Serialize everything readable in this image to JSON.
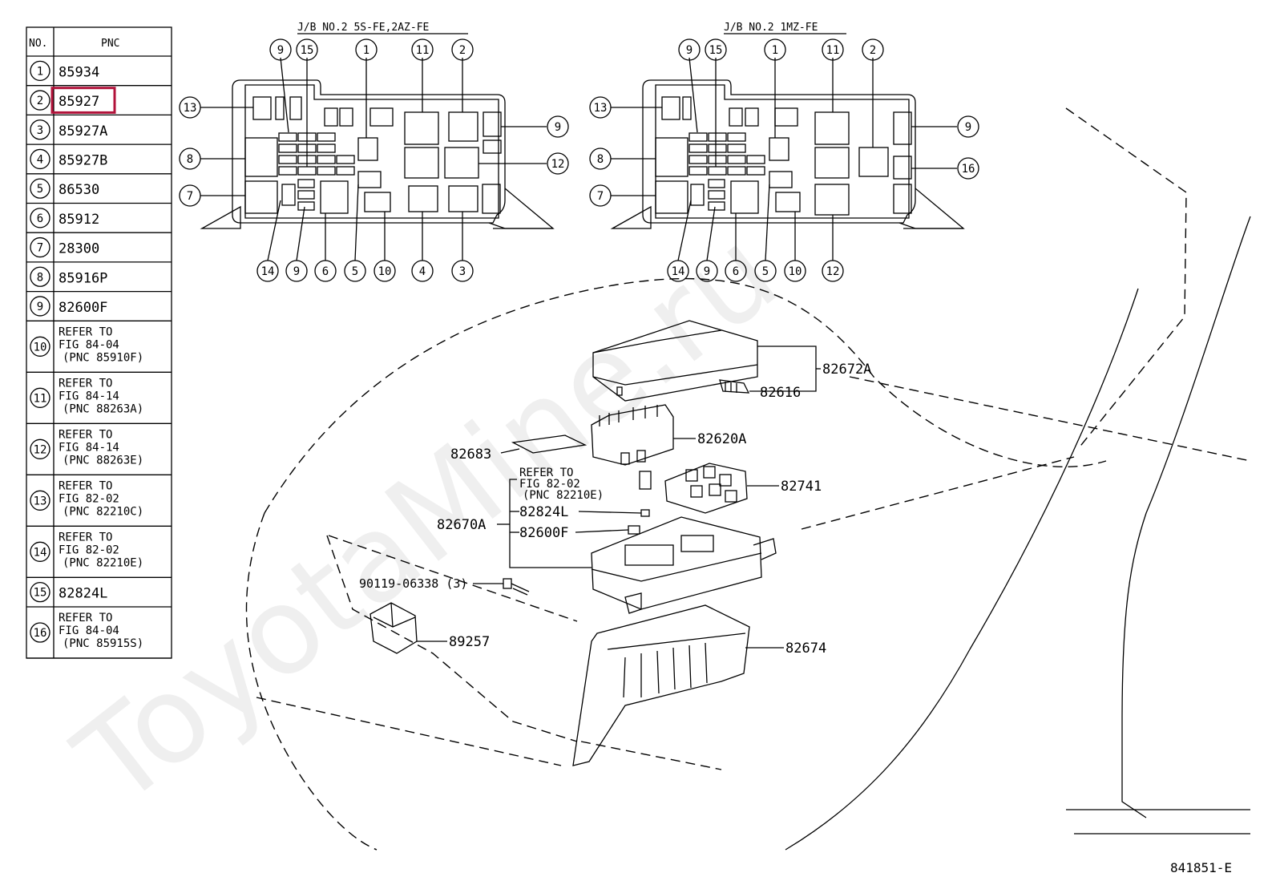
{
  "watermark": "ToyotaMine.ru",
  "table": {
    "col_no": "NO.",
    "col_pnc": "PNC",
    "highlight_row": 2,
    "rows": [
      {
        "no": "1",
        "lines": [
          "85934"
        ]
      },
      {
        "no": "2",
        "lines": [
          "85927"
        ]
      },
      {
        "no": "3",
        "lines": [
          "85927A"
        ]
      },
      {
        "no": "4",
        "lines": [
          "85927B"
        ]
      },
      {
        "no": "5",
        "lines": [
          "86530"
        ]
      },
      {
        "no": "6",
        "lines": [
          "85912"
        ]
      },
      {
        "no": "7",
        "lines": [
          "28300"
        ]
      },
      {
        "no": "8",
        "lines": [
          "85916P"
        ]
      },
      {
        "no": "9",
        "lines": [
          "82600F"
        ]
      },
      {
        "no": "10",
        "lines": [
          "REFER TO",
          "FIG 84-04",
          "(PNC 85910F)"
        ]
      },
      {
        "no": "11",
        "lines": [
          "REFER TO",
          "FIG 84-14",
          "(PNC 88263A)"
        ]
      },
      {
        "no": "12",
        "lines": [
          "REFER TO",
          "FIG 84-14",
          "(PNC 88263E)"
        ]
      },
      {
        "no": "13",
        "lines": [
          "REFER TO",
          "FIG 82-02",
          "(PNC 82210C)"
        ]
      },
      {
        "no": "14",
        "lines": [
          "REFER TO",
          "FIG 82-02",
          "(PNC 82210E)"
        ]
      },
      {
        "no": "15",
        "lines": [
          "82824L"
        ]
      },
      {
        "no": "16",
        "lines": [
          "REFER TO",
          "FIG 84-04",
          "(PNC 85915S)"
        ]
      }
    ]
  },
  "junction_blocks": [
    {
      "title": "J/B NO.2  5S-FE,2AZ-FE",
      "top_callouts": [
        "9",
        "15",
        "1",
        "11",
        "2"
      ],
      "left_callouts": [
        "13",
        "8",
        "7"
      ],
      "right_callouts": [
        "9",
        "12"
      ],
      "bottom_callouts": [
        "14",
        "9",
        "6",
        "5",
        "10",
        "4",
        "3"
      ]
    },
    {
      "title": "J/B NO.2  1MZ-FE",
      "top_callouts": [
        "9",
        "15",
        "1",
        "11",
        "2"
      ],
      "left_callouts": [
        "13",
        "8",
        "7"
      ],
      "right_callouts": [
        "9",
        "16"
      ],
      "bottom_callouts": [
        "14",
        "9",
        "6",
        "5",
        "10",
        "12"
      ]
    }
  ],
  "part_labels": {
    "p82672A": "82672A",
    "p82616": "82616",
    "p82620A": "82620A",
    "p82683": "82683",
    "p82741": "82741",
    "p82670A": "82670A",
    "p82824L": "82824L",
    "p82600F": "82600F",
    "p90119": "90119-06338 (3)",
    "p89257": "89257",
    "p82674": "82674",
    "ref_lines": [
      "REFER TO",
      "FIG 82-02",
      "(PNC 82210E)"
    ]
  },
  "figure_id": "841851-E"
}
